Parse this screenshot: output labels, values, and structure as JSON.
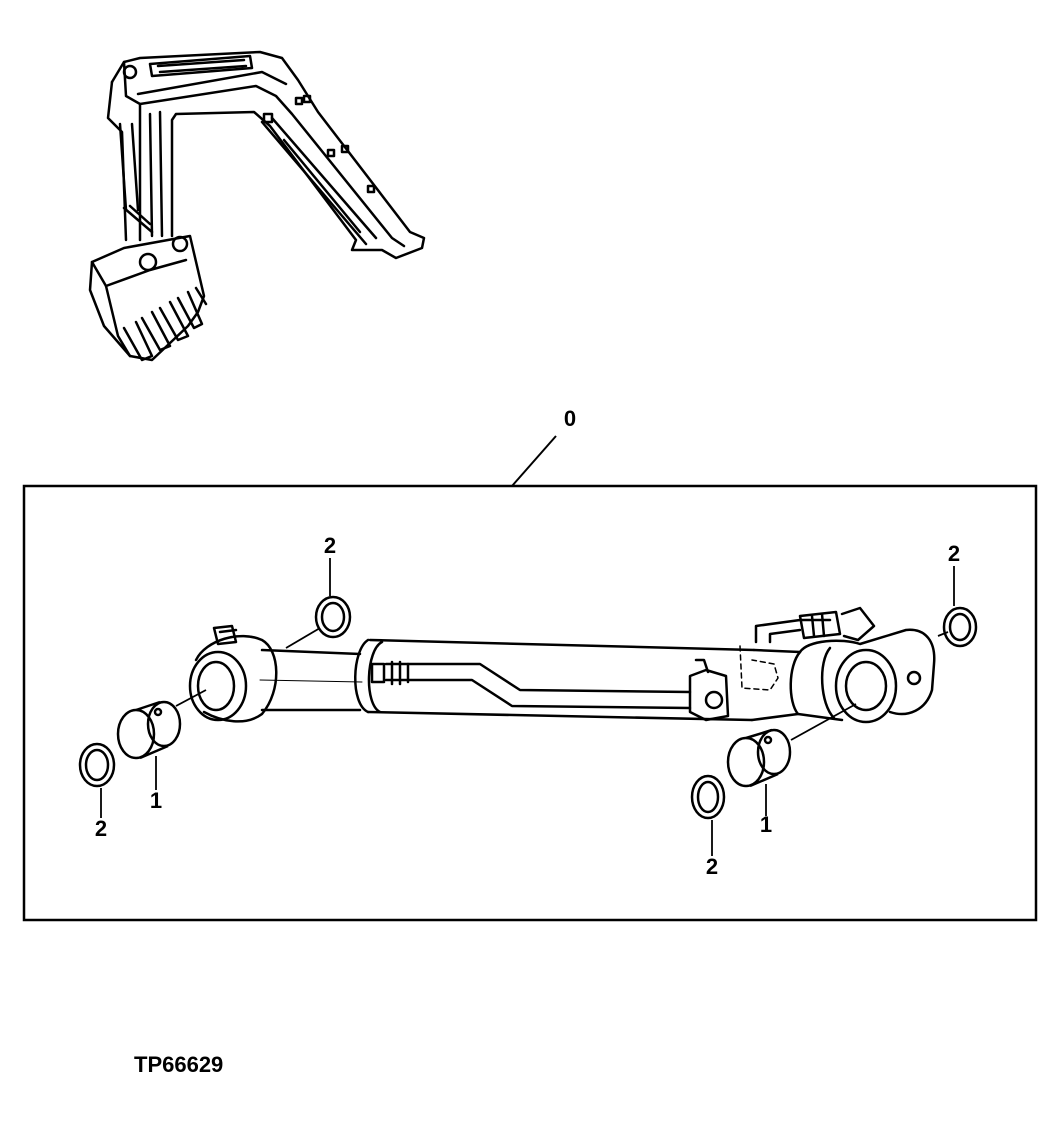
{
  "figure_id": "TP66629",
  "callouts": {
    "assembly": "0",
    "bushing": "1",
    "seal": "2"
  },
  "colors": {
    "line": "#000000",
    "background": "#ffffff"
  }
}
